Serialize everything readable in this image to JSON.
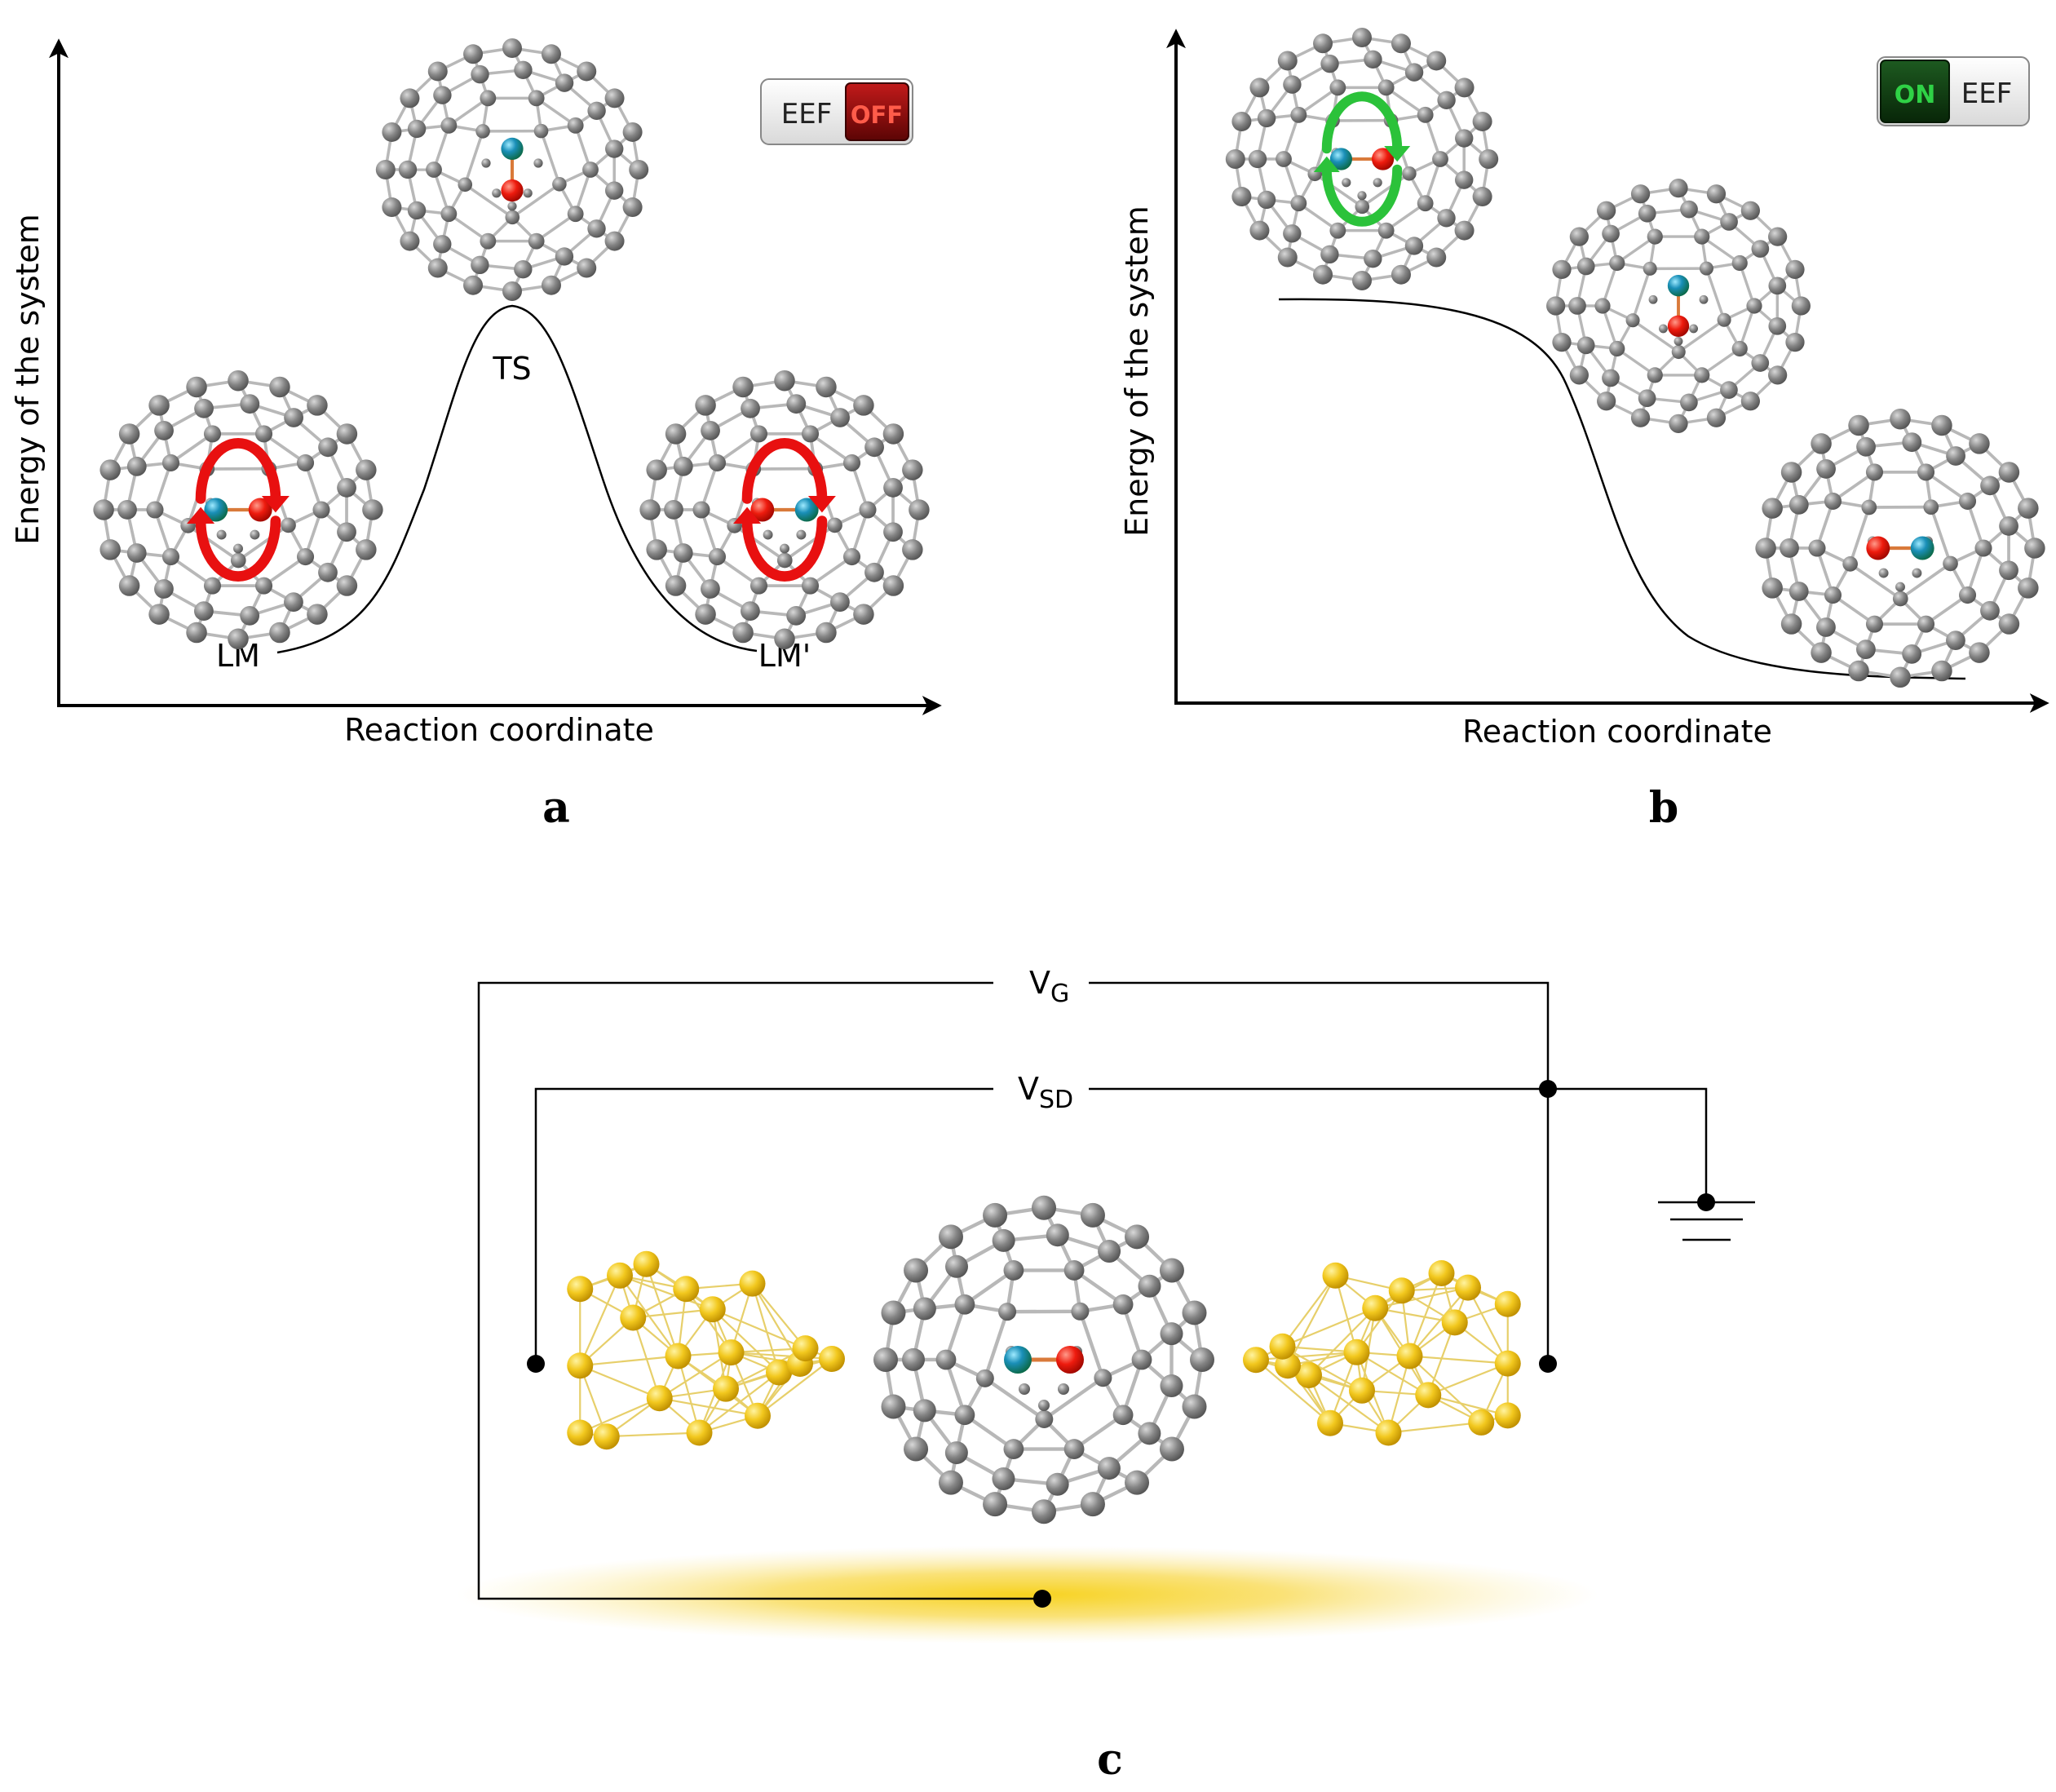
{
  "panels": {
    "a": {
      "letter": "a",
      "ylabel": "Energy of the system",
      "xlabel": "Reaction coordinate",
      "labels": {
        "ts": "TS",
        "lm": "LM",
        "lm_prime": "LM'"
      },
      "switch": {
        "text": "EEF",
        "state": "OFF",
        "state_color": "#8e0c0c"
      }
    },
    "b": {
      "letter": "b",
      "ylabel": "Energy of the system",
      "xlabel": "Reaction coordinate",
      "switch": {
        "text": "EEF",
        "state": "ON",
        "state_color": "#0f3d12"
      }
    },
    "c": {
      "letter": "c",
      "vg_main": "V",
      "vg_sub": "G",
      "vsd_main": "V",
      "vsd_sub": "SD"
    }
  },
  "colors": {
    "carbon": "#7a7a7a",
    "bond": "#b8b8b8",
    "red_atom": "#e8140c",
    "teal_atom": "#1f9a8a",
    "gold": "#f0cc2c",
    "arrow_red": "#e81010",
    "arrow_green": "#2bc23a"
  },
  "icons": [
    "fullerene-cage-icon",
    "rotation-arrow-icon",
    "ground-symbol-icon",
    "gold-electrode-icon"
  ]
}
